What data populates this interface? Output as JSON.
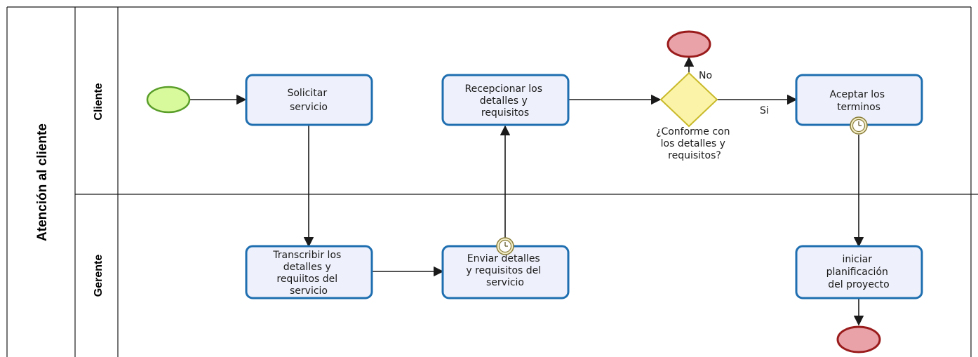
{
  "pool": {
    "title": "Atención al cliente"
  },
  "lanes": {
    "cliente": "Cliente",
    "gerente": "Gerente"
  },
  "tasks": {
    "solicitar": [
      "Solicitar",
      "servicio"
    ],
    "recepcionar": [
      "Recepcionar los",
      "detalles y",
      "requisitos"
    ],
    "aceptar": [
      "Aceptar los",
      "terminos"
    ],
    "transcribir": [
      "Transcribir los",
      "detalles y",
      "requiitos del",
      "servicio"
    ],
    "enviar": [
      "Enviar detalles",
      "y requisitos del",
      "servicio"
    ],
    "iniciar": [
      "iniciar",
      "planificación",
      "del proyecto"
    ]
  },
  "gateway": {
    "question": [
      "¿Conforme con",
      "los detalles y",
      "requisitos?"
    ]
  },
  "flow_labels": {
    "no": "No",
    "si": "Si"
  },
  "colors": {
    "task_border": "#1f6fb0",
    "task_fill": "#eef0fb",
    "start_fill": "#d9f99d",
    "start_stroke": "#5a9e2a",
    "end_fill": "#e8a2a8",
    "end_stroke": "#9a1b1b",
    "gateway_fill": "#fbf4a8",
    "gateway_stroke": "#c9b92a",
    "timer_fill": "#f3edc6"
  }
}
